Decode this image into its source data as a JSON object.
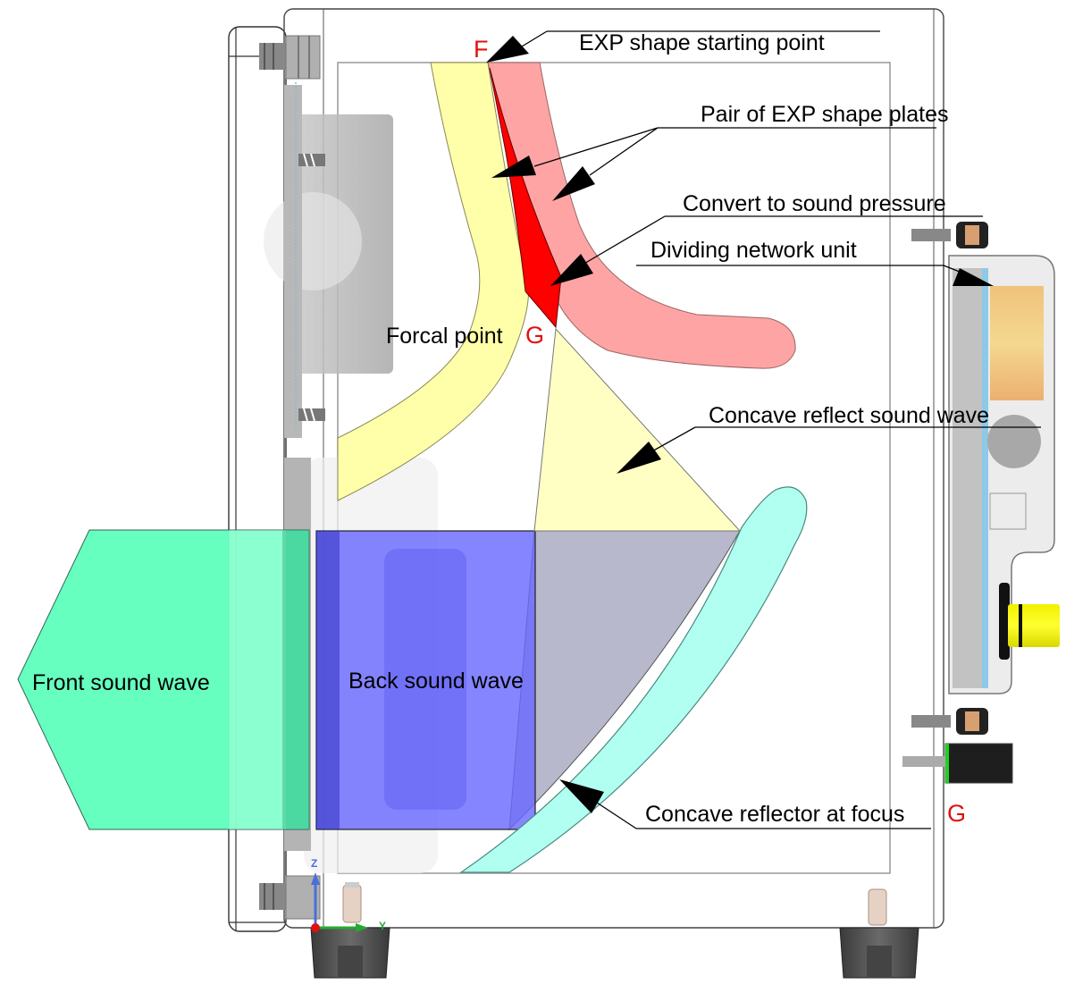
{
  "diagram": {
    "title": "Speaker enclosure cross-section with EXP shape plates and concave reflector",
    "colors": {
      "front_wave": "#5effbd",
      "back_wave": "#6a6aff",
      "reflect_wave": "#ffffc4",
      "grey_overlap": "#b8b8cc",
      "yellow_plate": "#ffffaa",
      "pink_plate": "#ffa4a4",
      "pressure_zone": "#ff0000",
      "reflector": "#b0fff0",
      "network_pcb": "#8ec9e8",
      "network_cap": "#f2c880",
      "knob": "#ffff00",
      "marker_red": "#e01010"
    },
    "labels": {
      "exp_start": "EXP shape starting point",
      "exp_start_marker": "F",
      "exp_plates": "Pair of EXP shape plates",
      "convert_pressure": "Convert to sound pressure",
      "dividing_network": "Dividing network unit",
      "focal_point": "Forcal point",
      "focal_marker": "G",
      "concave_reflect": "Concave reflect sound wave",
      "front_wave": "Front sound wave",
      "back_wave": "Back sound wave",
      "concave_reflector": "Concave reflector at focus",
      "concave_reflector_marker": "G"
    },
    "axes": {
      "z": "Z",
      "y": "Y",
      "z_color": "#4a6fd8",
      "y_color": "#27a830",
      "origin_color": "#e01010"
    }
  }
}
